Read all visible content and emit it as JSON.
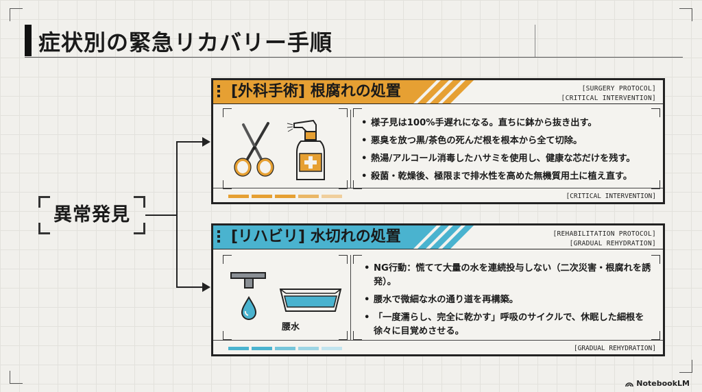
{
  "page": {
    "title": "症状別の緊急リカバリー手順",
    "node_label": "異常発見",
    "brand": "NotebookLM"
  },
  "colors": {
    "surgery_accent": "#e6a033",
    "rehab_accent": "#4ab3cf",
    "ink": "#1a1a1a",
    "background": "#f1f0ec"
  },
  "cards": {
    "surgery": {
      "title": "[外科手術] 根腐れの処置",
      "protocol_1": "[SURGERY PROTOCOL]",
      "protocol_2": "[CRITICAL INTERVENTION]",
      "footer_tag": "[CRITICAL INTERVENTION]",
      "icons": [
        "scissors-icon",
        "spray-bottle-icon"
      ],
      "progress_segments": 5,
      "points": [
        "様子見は100%手遅れになる。直ちに鉢から抜き出す。",
        "悪臭を放つ黒/茶色の死んだ根を根本から全て切除。",
        "熱湯/アルコール消毒したハサミを使用し、健康な芯だけを残す。",
        "殺菌・乾燥後、極限まで排水性を高めた無機質用土に植え直す。"
      ]
    },
    "rehab": {
      "title": "[リハビリ] 水切れの処置",
      "protocol_1": "[REHABILITATION PROTOCOL]",
      "protocol_2": "[GRADUAL REHYDRATION]",
      "footer_tag": "[GRADUAL REHYDRATION]",
      "icons": [
        "faucet-drop-icon",
        "water-tray-icon"
      ],
      "image_caption": "腰水",
      "progress_segments": 5,
      "points": [
        "NG行動：慌てて大量の水を連続投与しない（二次災害・根腐れを誘発）。",
        "腰水で微細な水の通り道を再構築。",
        "「一度濡らし、完全に乾かす」呼吸のサイクルで、休眠した細根を徐々に目覚めさせる。"
      ]
    }
  }
}
